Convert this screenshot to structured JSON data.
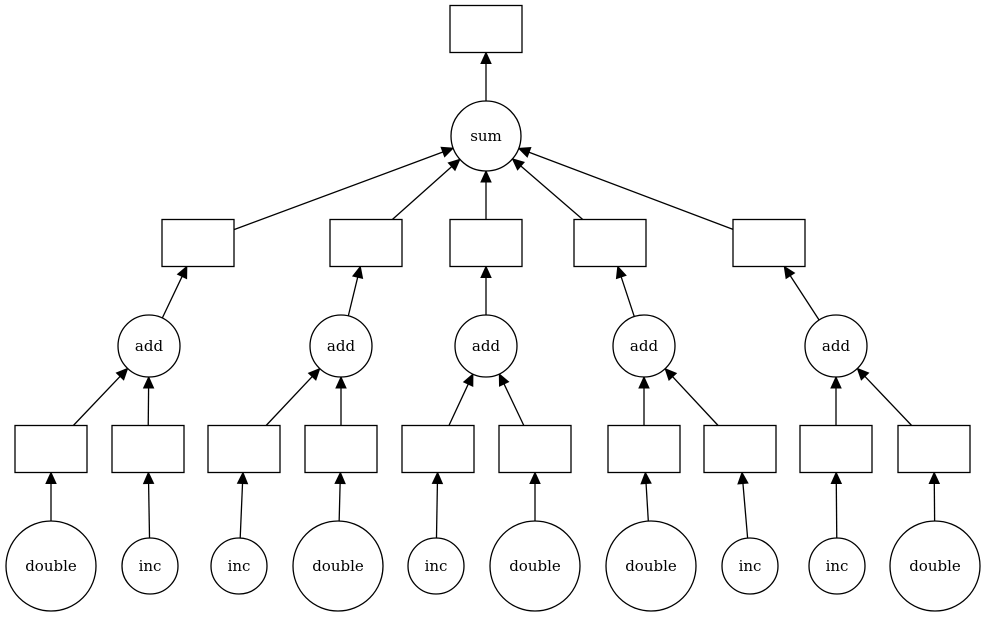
{
  "nodes": [
    {
      "id": "out",
      "shape": "box",
      "label": ""
    },
    {
      "id": "sum",
      "shape": "circle",
      "label": "sum"
    },
    {
      "id": "r1",
      "shape": "box",
      "label": ""
    },
    {
      "id": "r2",
      "shape": "box",
      "label": ""
    },
    {
      "id": "r3",
      "shape": "box",
      "label": ""
    },
    {
      "id": "r4",
      "shape": "box",
      "label": ""
    },
    {
      "id": "r5",
      "shape": "box",
      "label": ""
    },
    {
      "id": "a1",
      "shape": "circle",
      "label": "add"
    },
    {
      "id": "a2",
      "shape": "circle",
      "label": "add"
    },
    {
      "id": "a3",
      "shape": "circle",
      "label": "add"
    },
    {
      "id": "a4",
      "shape": "circle",
      "label": "add"
    },
    {
      "id": "a5",
      "shape": "circle",
      "label": "add"
    },
    {
      "id": "b1",
      "shape": "box",
      "label": ""
    },
    {
      "id": "b2",
      "shape": "box",
      "label": ""
    },
    {
      "id": "b3",
      "shape": "box",
      "label": ""
    },
    {
      "id": "b4",
      "shape": "box",
      "label": ""
    },
    {
      "id": "b5",
      "shape": "box",
      "label": ""
    },
    {
      "id": "b6",
      "shape": "box",
      "label": ""
    },
    {
      "id": "b7",
      "shape": "box",
      "label": ""
    },
    {
      "id": "b8",
      "shape": "box",
      "label": ""
    },
    {
      "id": "b9",
      "shape": "box",
      "label": ""
    },
    {
      "id": "b10",
      "shape": "box",
      "label": ""
    },
    {
      "id": "f1",
      "shape": "circle",
      "label": "double"
    },
    {
      "id": "f2",
      "shape": "circle",
      "label": "inc"
    },
    {
      "id": "f3",
      "shape": "circle",
      "label": "inc"
    },
    {
      "id": "f4",
      "shape": "circle",
      "label": "double"
    },
    {
      "id": "f5",
      "shape": "circle",
      "label": "inc"
    },
    {
      "id": "f6",
      "shape": "circle",
      "label": "double"
    },
    {
      "id": "f7",
      "shape": "circle",
      "label": "double"
    },
    {
      "id": "f8",
      "shape": "circle",
      "label": "inc"
    },
    {
      "id": "f9",
      "shape": "circle",
      "label": "inc"
    },
    {
      "id": "f10",
      "shape": "circle",
      "label": "double"
    }
  ],
  "edges": [
    {
      "from": "sum",
      "to": "out"
    },
    {
      "from": "r1",
      "to": "sum"
    },
    {
      "from": "r2",
      "to": "sum"
    },
    {
      "from": "r3",
      "to": "sum"
    },
    {
      "from": "r4",
      "to": "sum"
    },
    {
      "from": "r5",
      "to": "sum"
    },
    {
      "from": "a1",
      "to": "r1"
    },
    {
      "from": "a2",
      "to": "r2"
    },
    {
      "from": "a3",
      "to": "r3"
    },
    {
      "from": "a4",
      "to": "r4"
    },
    {
      "from": "a5",
      "to": "r5"
    },
    {
      "from": "b1",
      "to": "a1"
    },
    {
      "from": "b2",
      "to": "a1"
    },
    {
      "from": "b3",
      "to": "a2"
    },
    {
      "from": "b4",
      "to": "a2"
    },
    {
      "from": "b5",
      "to": "a3"
    },
    {
      "from": "b6",
      "to": "a3"
    },
    {
      "from": "b7",
      "to": "a4"
    },
    {
      "from": "b8",
      "to": "a4"
    },
    {
      "from": "b9",
      "to": "a5"
    },
    {
      "from": "b10",
      "to": "a5"
    },
    {
      "from": "f1",
      "to": "b1"
    },
    {
      "from": "f2",
      "to": "b2"
    },
    {
      "from": "f3",
      "to": "b3"
    },
    {
      "from": "f4",
      "to": "b4"
    },
    {
      "from": "f5",
      "to": "b5"
    },
    {
      "from": "f6",
      "to": "b6"
    },
    {
      "from": "f7",
      "to": "b7"
    },
    {
      "from": "f8",
      "to": "b8"
    },
    {
      "from": "f9",
      "to": "b9"
    },
    {
      "from": "f10",
      "to": "b10"
    }
  ]
}
